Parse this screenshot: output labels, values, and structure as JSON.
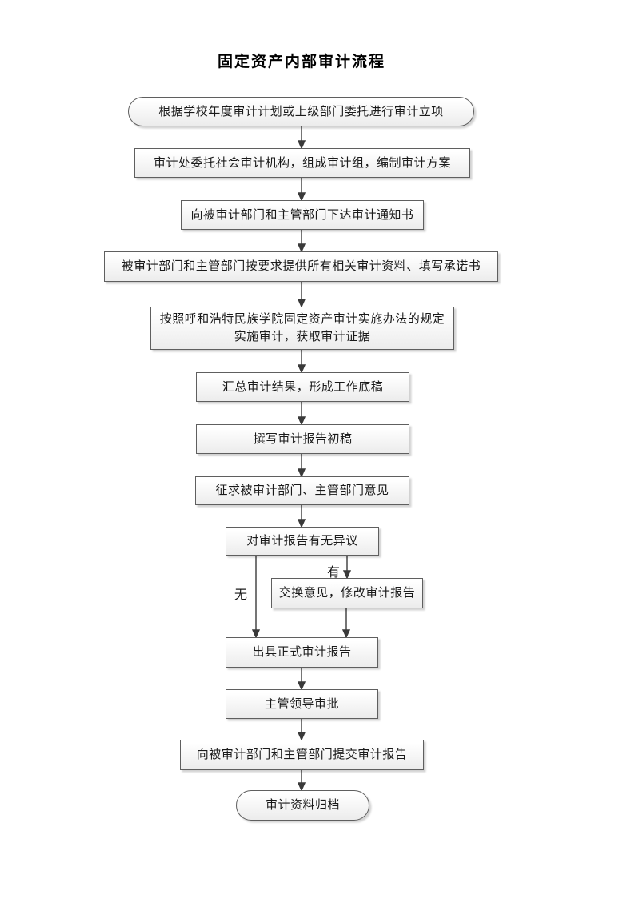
{
  "page": {
    "title": "固定资产内部审计流程"
  },
  "flowchart": {
    "nodes": [
      {
        "id": "start",
        "shape": "stadium",
        "text": "根据学校年度审计计划或上级部门委托进行审计立项"
      },
      {
        "id": "form-audit-team",
        "shape": "rect",
        "text": "审计处委托社会审计机构，组成审计组，编制审计方案"
      },
      {
        "id": "issue-notice",
        "shape": "rect",
        "text": "向被审计部门和主管部门下达审计通知书"
      },
      {
        "id": "provide-materials",
        "shape": "rect",
        "text": "被审计部门和主管部门按要求提供所有相关审计资料、填写承诺书"
      },
      {
        "id": "implement-audit",
        "shape": "rect",
        "text": "按照呼和浩特民族学院固定资产审计实施办法的规定\n实施审计，获取审计证据"
      },
      {
        "id": "summarize-results",
        "shape": "rect",
        "text": "汇总审计结果，形成工作底稿"
      },
      {
        "id": "draft-report",
        "shape": "rect",
        "text": "撰写审计报告初稿"
      },
      {
        "id": "solicit-opinions",
        "shape": "rect",
        "text": "征求被审计部门、主管部门意见"
      },
      {
        "id": "objection-check",
        "shape": "rect",
        "text": "对审计报告有无异议"
      },
      {
        "id": "revise-report",
        "shape": "rect",
        "text": "交换意见，修改审计报告"
      },
      {
        "id": "issue-final-report",
        "shape": "rect",
        "text": "出具正式审计报告"
      },
      {
        "id": "leader-approval",
        "shape": "rect",
        "text": "主管领导审批"
      },
      {
        "id": "submit-report",
        "shape": "rect",
        "text": "向被审计部门和主管部门提交审计报告"
      },
      {
        "id": "end",
        "shape": "stadium",
        "text": "审计资料归档"
      }
    ],
    "edge_labels": {
      "yes": "有",
      "no": "无"
    },
    "colors": {
      "node_border": "#5f5f5f",
      "node_fill_top": "#ffffff",
      "node_fill_bottom": "#ececec",
      "connector": "#3a3a3a",
      "text": "#1a1a1a"
    }
  }
}
